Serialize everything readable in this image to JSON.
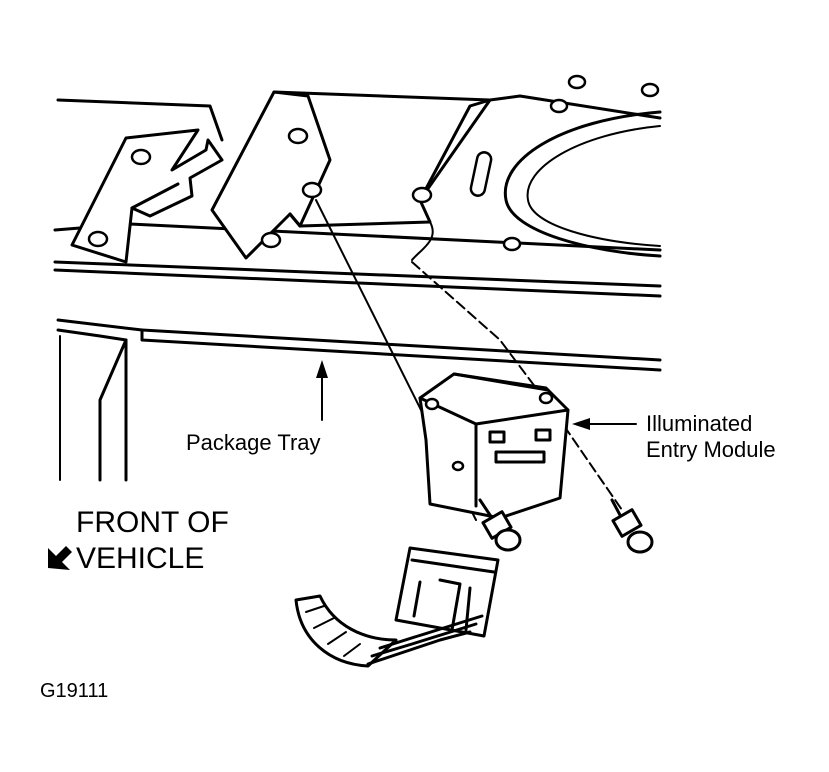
{
  "labels": {
    "package_tray": "Package Tray",
    "module_line1": "Illuminated",
    "module_line2": "Entry Module",
    "front_line1": "FRONT OF",
    "front_line2": "VEHICLE",
    "figure_id": "G19111"
  }
}
